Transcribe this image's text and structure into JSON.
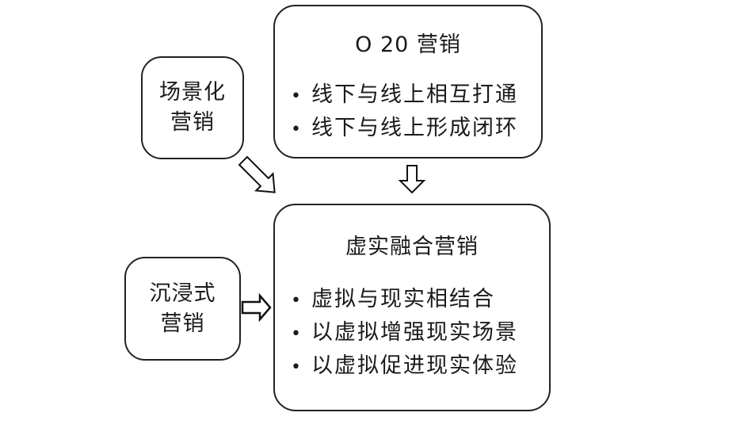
{
  "diagram": {
    "boxes": {
      "o2o": {
        "title": "O 20 营销",
        "bullets": [
          "线下与线上相互打通",
          "线下与线上形成闭环"
        ]
      },
      "scene": {
        "lines": [
          "场景化",
          "营销"
        ]
      },
      "immersive": {
        "lines": [
          "沉浸式",
          "营销"
        ]
      },
      "fusion": {
        "title": "虚实融合营销",
        "bullets": [
          "虚拟与现实相结合",
          "以虚拟增强现实场景",
          "以虚拟促进现实体验"
        ]
      }
    },
    "arrows": [
      {
        "from": "scene",
        "to": "fusion",
        "direction": "down-right",
        "style": "hollow"
      },
      {
        "from": "o2o",
        "to": "fusion",
        "direction": "down",
        "style": "hollow"
      },
      {
        "from": "immersive",
        "to": "fusion",
        "direction": "right",
        "style": "hollow"
      }
    ]
  }
}
